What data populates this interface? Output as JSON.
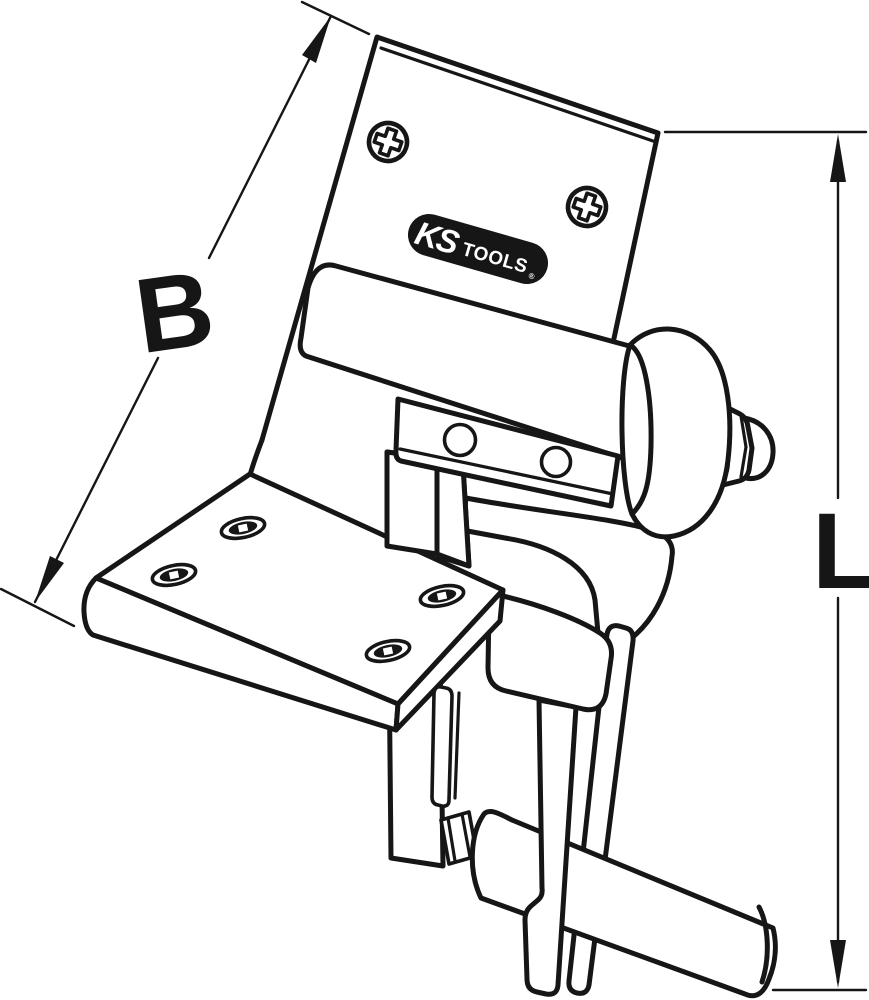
{
  "meta": {
    "description": "Technical line illustration of a KS Tools bench-mount clamping device with overall dimension callouts",
    "background_color": "#ffffff",
    "line_color": "#161616"
  },
  "labels": {
    "width": "B",
    "length": "L"
  },
  "logo": {
    "ks": "KS",
    "tools": "TOOLS",
    "registered": "®"
  }
}
